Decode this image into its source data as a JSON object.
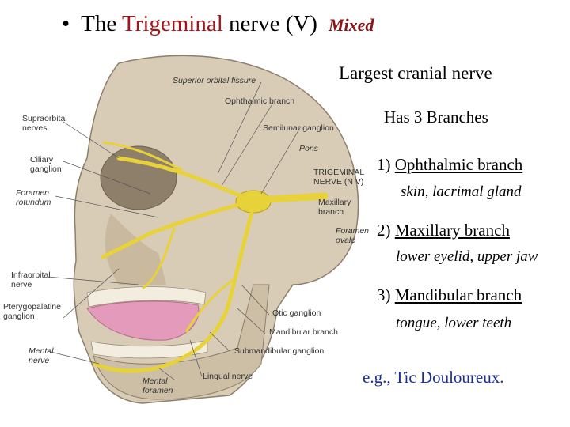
{
  "slide": {
    "bullet": "•",
    "title_pre": "The ",
    "title_highlight": "Trigeminal",
    "title_post": " nerve (V)",
    "title_tag": "Mixed",
    "fact_1": "Largest cranial nerve",
    "fact_2": "Has 3 Branches",
    "branches": [
      {
        "number": "1)",
        "name": "Ophthalmic branch",
        "supplies": "skin, lacrimal gland"
      },
      {
        "number": "2)",
        "name": "Maxillary branch",
        "supplies": "lower eyelid, upper jaw"
      },
      {
        "number": "3)",
        "name": "Mandibular branch",
        "supplies": "tongue, lower teeth"
      }
    ],
    "example": "e.g., Tic Douloureux."
  },
  "figure_labels": {
    "superior_orbital_fissure": "Superior orbital fissure",
    "ophthalmic_branch": "Ophthalmic branch",
    "semilunar_ganglion": "Semilunar ganglion",
    "supraorbital_nerves": [
      "Supraorbital",
      "nerves"
    ],
    "pons": "Pons",
    "ciliary_ganglion": [
      "Ciliary",
      "ganglion"
    ],
    "trigeminal_nerve": [
      "TRIGEMINAL",
      "NERVE (N V)"
    ],
    "foramen_rotundum": [
      "Foramen",
      "rotundum"
    ],
    "maxillary_branch": [
      "Maxillary",
      "branch"
    ],
    "foramen_ovale": [
      "Foramen",
      "ovale"
    ],
    "infraorbital_nerve": [
      "Infraorbital",
      "nerve"
    ],
    "pterygopalatine_ganglion": [
      "Pterygopalatine",
      "ganglion"
    ],
    "otic_ganglion": "Otic ganglion",
    "mandibular_branch": "Mandibular branch",
    "mental_nerve": [
      "Mental",
      "nerve"
    ],
    "submandibular_ganglion": "Submandibular ganglion",
    "lingual_nerve": "Lingual nerve",
    "mental_foramen": [
      "Mental",
      "foramen"
    ]
  },
  "colors": {
    "title_highlight": "#a3151a",
    "mixed_tag": "#8b1418",
    "example": "#1d2f8f",
    "nerve": "#e8d23a",
    "bone": "#d9ccb6",
    "gum": "#e49aba"
  }
}
